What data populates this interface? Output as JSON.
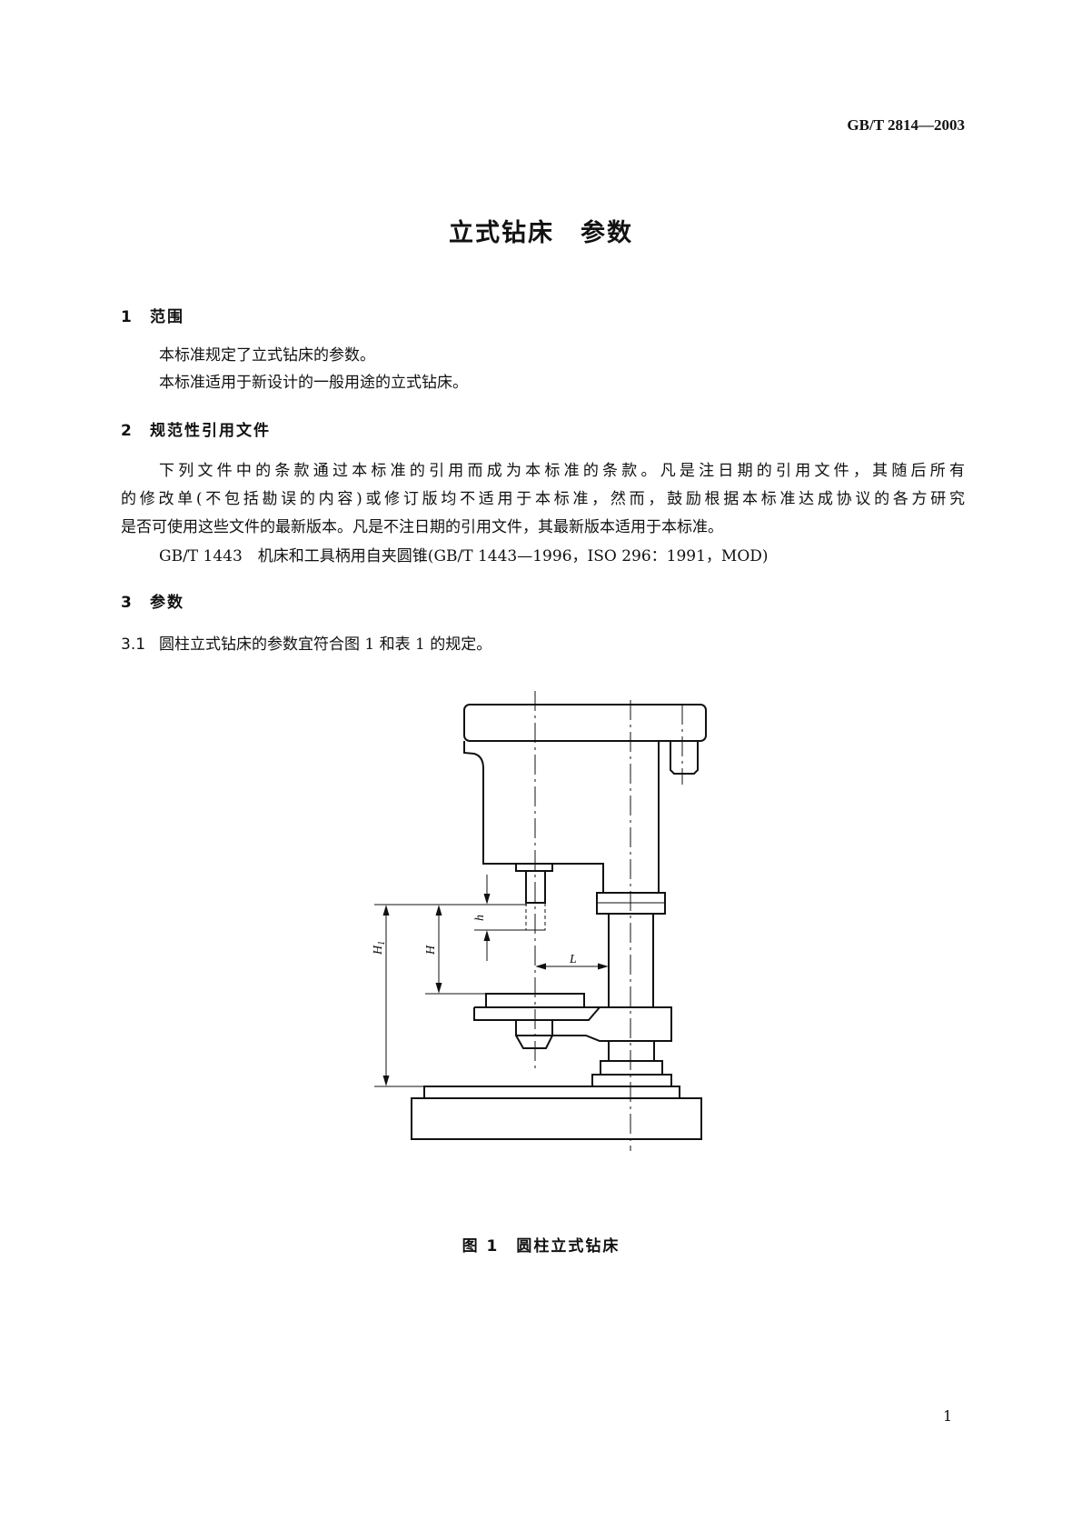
{
  "header": {
    "standard_number": "GB/T 2814—2003"
  },
  "title": "立式钻床　参数",
  "sections": [
    {
      "number": "1",
      "heading": "范围",
      "paragraphs": [
        "本标准规定了立式钻床的参数。",
        "本标准适用于新设计的一般用途的立式钻床。"
      ]
    },
    {
      "number": "2",
      "heading": "规范性引用文件",
      "paragraph_lines": [
        "下列文件中的条款通过本标准的引用而成为本标准的条款。凡是注日期的引用文件，其随后所有",
        "的修改单(不包括勘误的内容)或修订版均不适用于本标准，然而，鼓励根据本标准达成协议的各方研究",
        "是否可使用这些文件的最新版本。凡是不注日期的引用文件，其最新版本适用于本标准。"
      ],
      "reference": "GB/T 1443　机床和工具柄用自夹圆锥(GB/T 1443—1996，ISO 296：1991，MOD)"
    },
    {
      "number": "3",
      "heading": "参数"
    }
  ],
  "clause_3_1": {
    "number": "3.1",
    "text": "圆柱立式钻床的参数宜符合图 1 和表 1 的规定。"
  },
  "figure": {
    "caption": "图 1　圆柱立式钻床",
    "dimension_labels": {
      "H1": "H",
      "H1_sub": "1",
      "H": "H",
      "h": "h",
      "L": "L"
    }
  },
  "page_number": "1"
}
